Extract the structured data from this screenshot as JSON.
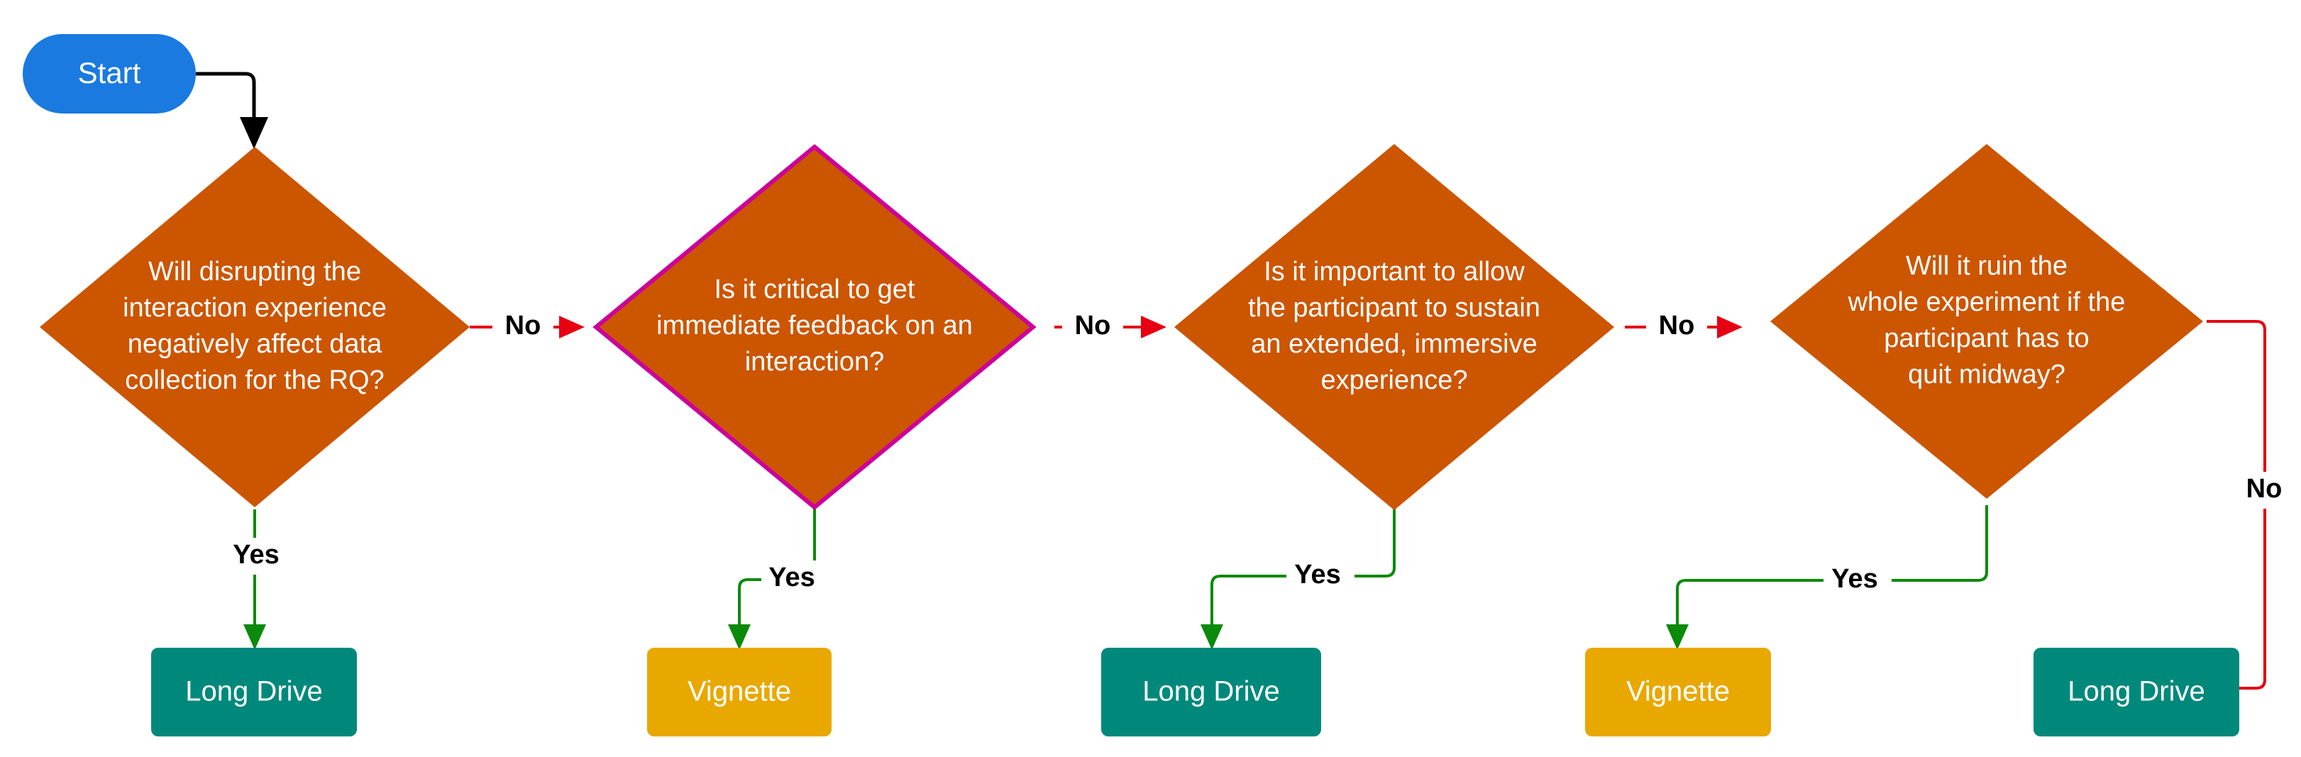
{
  "diagram": {
    "title": "Long Drive vs Vignette decision flowchart",
    "type": "flowchart",
    "orientation": "left-to-right"
  },
  "colors": {
    "start_fill": "#1a7ae0",
    "decision_fill": "#cc5500",
    "decision_highlight_stroke": "#cc0099",
    "long_drive_fill": "#00897b",
    "vignette_fill": "#e8a800",
    "yes_edge": "#0b8a0b",
    "no_edge": "#e60012",
    "start_edge": "#000000",
    "node_text": "#ffffff",
    "edge_label_text": "#000000",
    "background": "#ffffff"
  },
  "nodes": {
    "start": {
      "id": "start",
      "label": "Start",
      "shape": "stadium",
      "kind": "start"
    },
    "decisions": [
      {
        "id": "d1",
        "shape": "diamond",
        "kind": "decision",
        "highlighted": false,
        "lines": [
          "Will disrupting the",
          "interaction experience",
          "negatively affect data",
          "collection for the RQ?"
        ],
        "text": "Will disrupting the interaction experience negatively affect data collection for the RQ?"
      },
      {
        "id": "d2",
        "shape": "diamond",
        "kind": "decision",
        "highlighted": true,
        "lines": [
          "Is it critical to get",
          "immediate feedback on an",
          "interaction?"
        ],
        "text": "Is it critical to get immediate feedback on an interaction?"
      },
      {
        "id": "d3",
        "shape": "diamond",
        "kind": "decision",
        "highlighted": false,
        "lines": [
          "Is it important to allow",
          "the participant to sustain",
          "an extended, immersive",
          "experience?"
        ],
        "text": "Is it important to allow the participant to sustain an extended, immersive experience?"
      },
      {
        "id": "d4",
        "shape": "diamond",
        "kind": "decision",
        "highlighted": false,
        "lines": [
          "Will it ruin the",
          "whole experiment if the",
          "participant has to",
          "quit midway?"
        ],
        "text": "Will it ruin the whole experiment if the participant has to quit midway?"
      }
    ],
    "terminals": [
      {
        "id": "t1",
        "label": "Long Drive",
        "shape": "rect",
        "kind": "outcome",
        "variant": "long-drive"
      },
      {
        "id": "t2",
        "label": "Vignette",
        "shape": "rect",
        "kind": "outcome",
        "variant": "vignette"
      },
      {
        "id": "t3",
        "label": "Long Drive",
        "shape": "rect",
        "kind": "outcome",
        "variant": "long-drive"
      },
      {
        "id": "t4",
        "label": "Vignette",
        "shape": "rect",
        "kind": "outcome",
        "variant": "vignette"
      },
      {
        "id": "t5",
        "label": "Long Drive",
        "shape": "rect",
        "kind": "outcome",
        "variant": "long-drive"
      }
    ]
  },
  "edges": [
    {
      "id": "e-start-d1",
      "from": "start",
      "to": "d1",
      "label": "",
      "color_role": "start_edge"
    },
    {
      "id": "e-d1-d2",
      "from": "d1",
      "to": "d2",
      "label": "No",
      "color_role": "no_edge"
    },
    {
      "id": "e-d1-t1",
      "from": "d1",
      "to": "t1",
      "label": "Yes",
      "color_role": "yes_edge"
    },
    {
      "id": "e-d2-d3",
      "from": "d2",
      "to": "d3",
      "label": "No",
      "color_role": "no_edge"
    },
    {
      "id": "e-d2-t2",
      "from": "d2",
      "to": "t2",
      "label": "Yes",
      "color_role": "yes_edge"
    },
    {
      "id": "e-d3-d4",
      "from": "d3",
      "to": "d4",
      "label": "No",
      "color_role": "no_edge"
    },
    {
      "id": "e-d3-t3",
      "from": "d3",
      "to": "t3",
      "label": "Yes",
      "color_role": "yes_edge"
    },
    {
      "id": "e-d4-t4",
      "from": "d4",
      "to": "t4",
      "label": "Yes",
      "color_role": "yes_edge"
    },
    {
      "id": "e-d4-t5",
      "from": "d4",
      "to": "t5",
      "label": "No",
      "color_role": "no_edge"
    }
  ],
  "edge_labels": {
    "no_1": "No",
    "no_2": "No",
    "no_3": "No",
    "no_4": "No",
    "yes_1": "Yes",
    "yes_2": "Yes",
    "yes_3": "Yes",
    "yes_4": "Yes"
  },
  "text": {
    "start": "Start",
    "d1_l1": "Will disrupting the",
    "d1_l2": "interaction experience",
    "d1_l3": "negatively affect data",
    "d1_l4": "collection for the RQ?",
    "d2_l1": "Is it critical to get",
    "d2_l2": "immediate feedback on an",
    "d2_l3": "interaction?",
    "d3_l1": "Is it important to allow",
    "d3_l2": "the participant to sustain",
    "d3_l3": "an extended, immersive",
    "d3_l4": "experience?",
    "d4_l1": "Will it ruin the",
    "d4_l2": "whole experiment if the",
    "d4_l3": "participant has to",
    "d4_l4": "quit midway?",
    "t1": "Long Drive",
    "t2": "Vignette",
    "t3": "Long Drive",
    "t4": "Vignette",
    "t5": "Long Drive"
  }
}
